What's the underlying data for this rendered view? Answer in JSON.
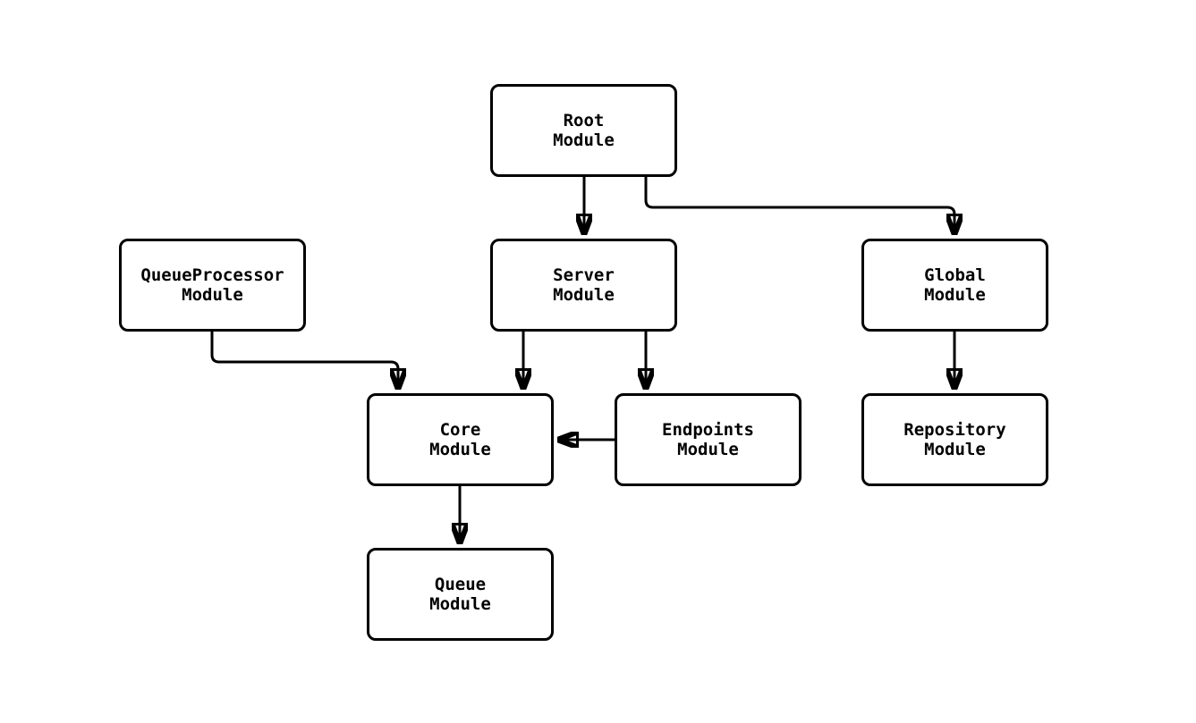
{
  "diagram": {
    "type": "module-dependency-flowchart",
    "colors": {
      "background": "#ffffff",
      "node_fill": "#ffffff",
      "node_border": "#000000",
      "edge": "#000000",
      "text": "#000000"
    },
    "nodes": [
      {
        "id": "root",
        "label": "Root\nModule"
      },
      {
        "id": "queueprocessor",
        "label": "QueueProcessor\nModule"
      },
      {
        "id": "server",
        "label": "Server\nModule"
      },
      {
        "id": "global",
        "label": "Global\nModule"
      },
      {
        "id": "core",
        "label": "Core\nModule"
      },
      {
        "id": "endpoints",
        "label": "Endpoints\nModule"
      },
      {
        "id": "repository",
        "label": "Repository\nModule"
      },
      {
        "id": "queue",
        "label": "Queue\nModule"
      }
    ],
    "edges": [
      {
        "from": "Root Module",
        "to": "Server Module"
      },
      {
        "from": "Root Module",
        "to": "Global Module"
      },
      {
        "from": "QueueProcessor Module",
        "to": "Core Module"
      },
      {
        "from": "Server Module",
        "to": "Core Module"
      },
      {
        "from": "Server Module",
        "to": "Endpoints Module"
      },
      {
        "from": "Endpoints Module",
        "to": "Core Module"
      },
      {
        "from": "Global Module",
        "to": "Repository Module"
      },
      {
        "from": "Core Module",
        "to": "Queue Module"
      }
    ]
  }
}
